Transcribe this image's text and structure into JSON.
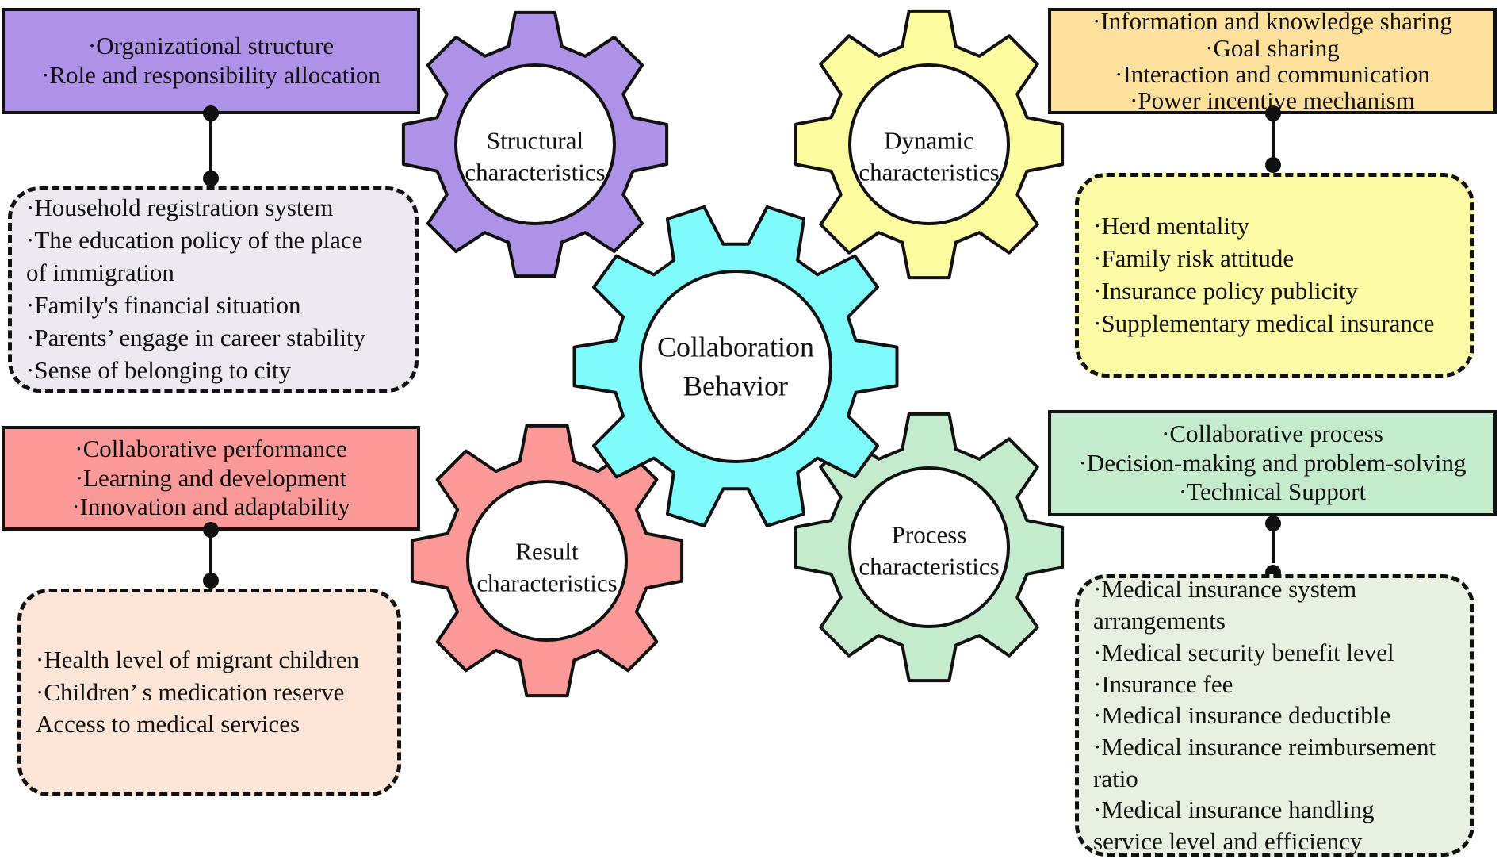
{
  "colors": {
    "structural": "#ae92e8",
    "dynamic": "#fcfb9f",
    "center": "#7ffbfc",
    "result": "#fb9999",
    "process": "#c5ebcd",
    "box_purple": "#ae92e8",
    "box_orange": "#fde09b",
    "box_red": "#fb9999",
    "box_green": "#c5ebcd",
    "blob_gray": "#ece9f1",
    "blob_yellow": "#fcfba6",
    "blob_peach": "#fde6d8",
    "blob_green": "#e8f0e1"
  },
  "gears": {
    "center": {
      "label": [
        "Collaboration",
        "Behavior"
      ]
    },
    "structural": {
      "label": [
        "Structural",
        "characteristics"
      ]
    },
    "dynamic": {
      "label": [
        "Dynamic",
        "characteristics"
      ]
    },
    "result": {
      "label": [
        "Result",
        "characteristics"
      ]
    },
    "process": {
      "label": [
        "Process",
        "characteristics"
      ]
    }
  },
  "boxes": {
    "structural": [
      "·Organizational structure",
      "·Role and responsibility allocation"
    ],
    "dynamic": [
      "·Information and knowledge sharing",
      "·Goal sharing",
      "·Interaction and communication",
      "·Power incentive mechanism"
    ],
    "result": [
      "·Collaborative performance",
      "·Learning and development",
      "·Innovation and adaptability"
    ],
    "process": [
      "·Collaborative process",
      "·Decision-making and problem-solving",
      "·Technical Support"
    ]
  },
  "blobs": {
    "structural": [
      "·Household registration system",
      "·The education policy of the place",
      "of immigration",
      "·Family's financial situation",
      "·Parents’ engage in career stability",
      "·Sense of belonging to city"
    ],
    "dynamic": [
      "·Herd mentality",
      "·Family risk attitude",
      "·Insurance policy publicity",
      "·Supplementary medical insurance"
    ],
    "result": [
      "·Health level of migrant children",
      "·Children’ s medication reserve",
      "Access to medical services"
    ],
    "process": [
      "·Medical insurance system",
      "arrangements",
      "·Medical security benefit level",
      "·Insurance fee",
      "·Medical insurance deductible",
      "·Medical insurance reimbursement",
      "ratio",
      "·Medical insurance handling",
      "service level and efficiency"
    ]
  }
}
